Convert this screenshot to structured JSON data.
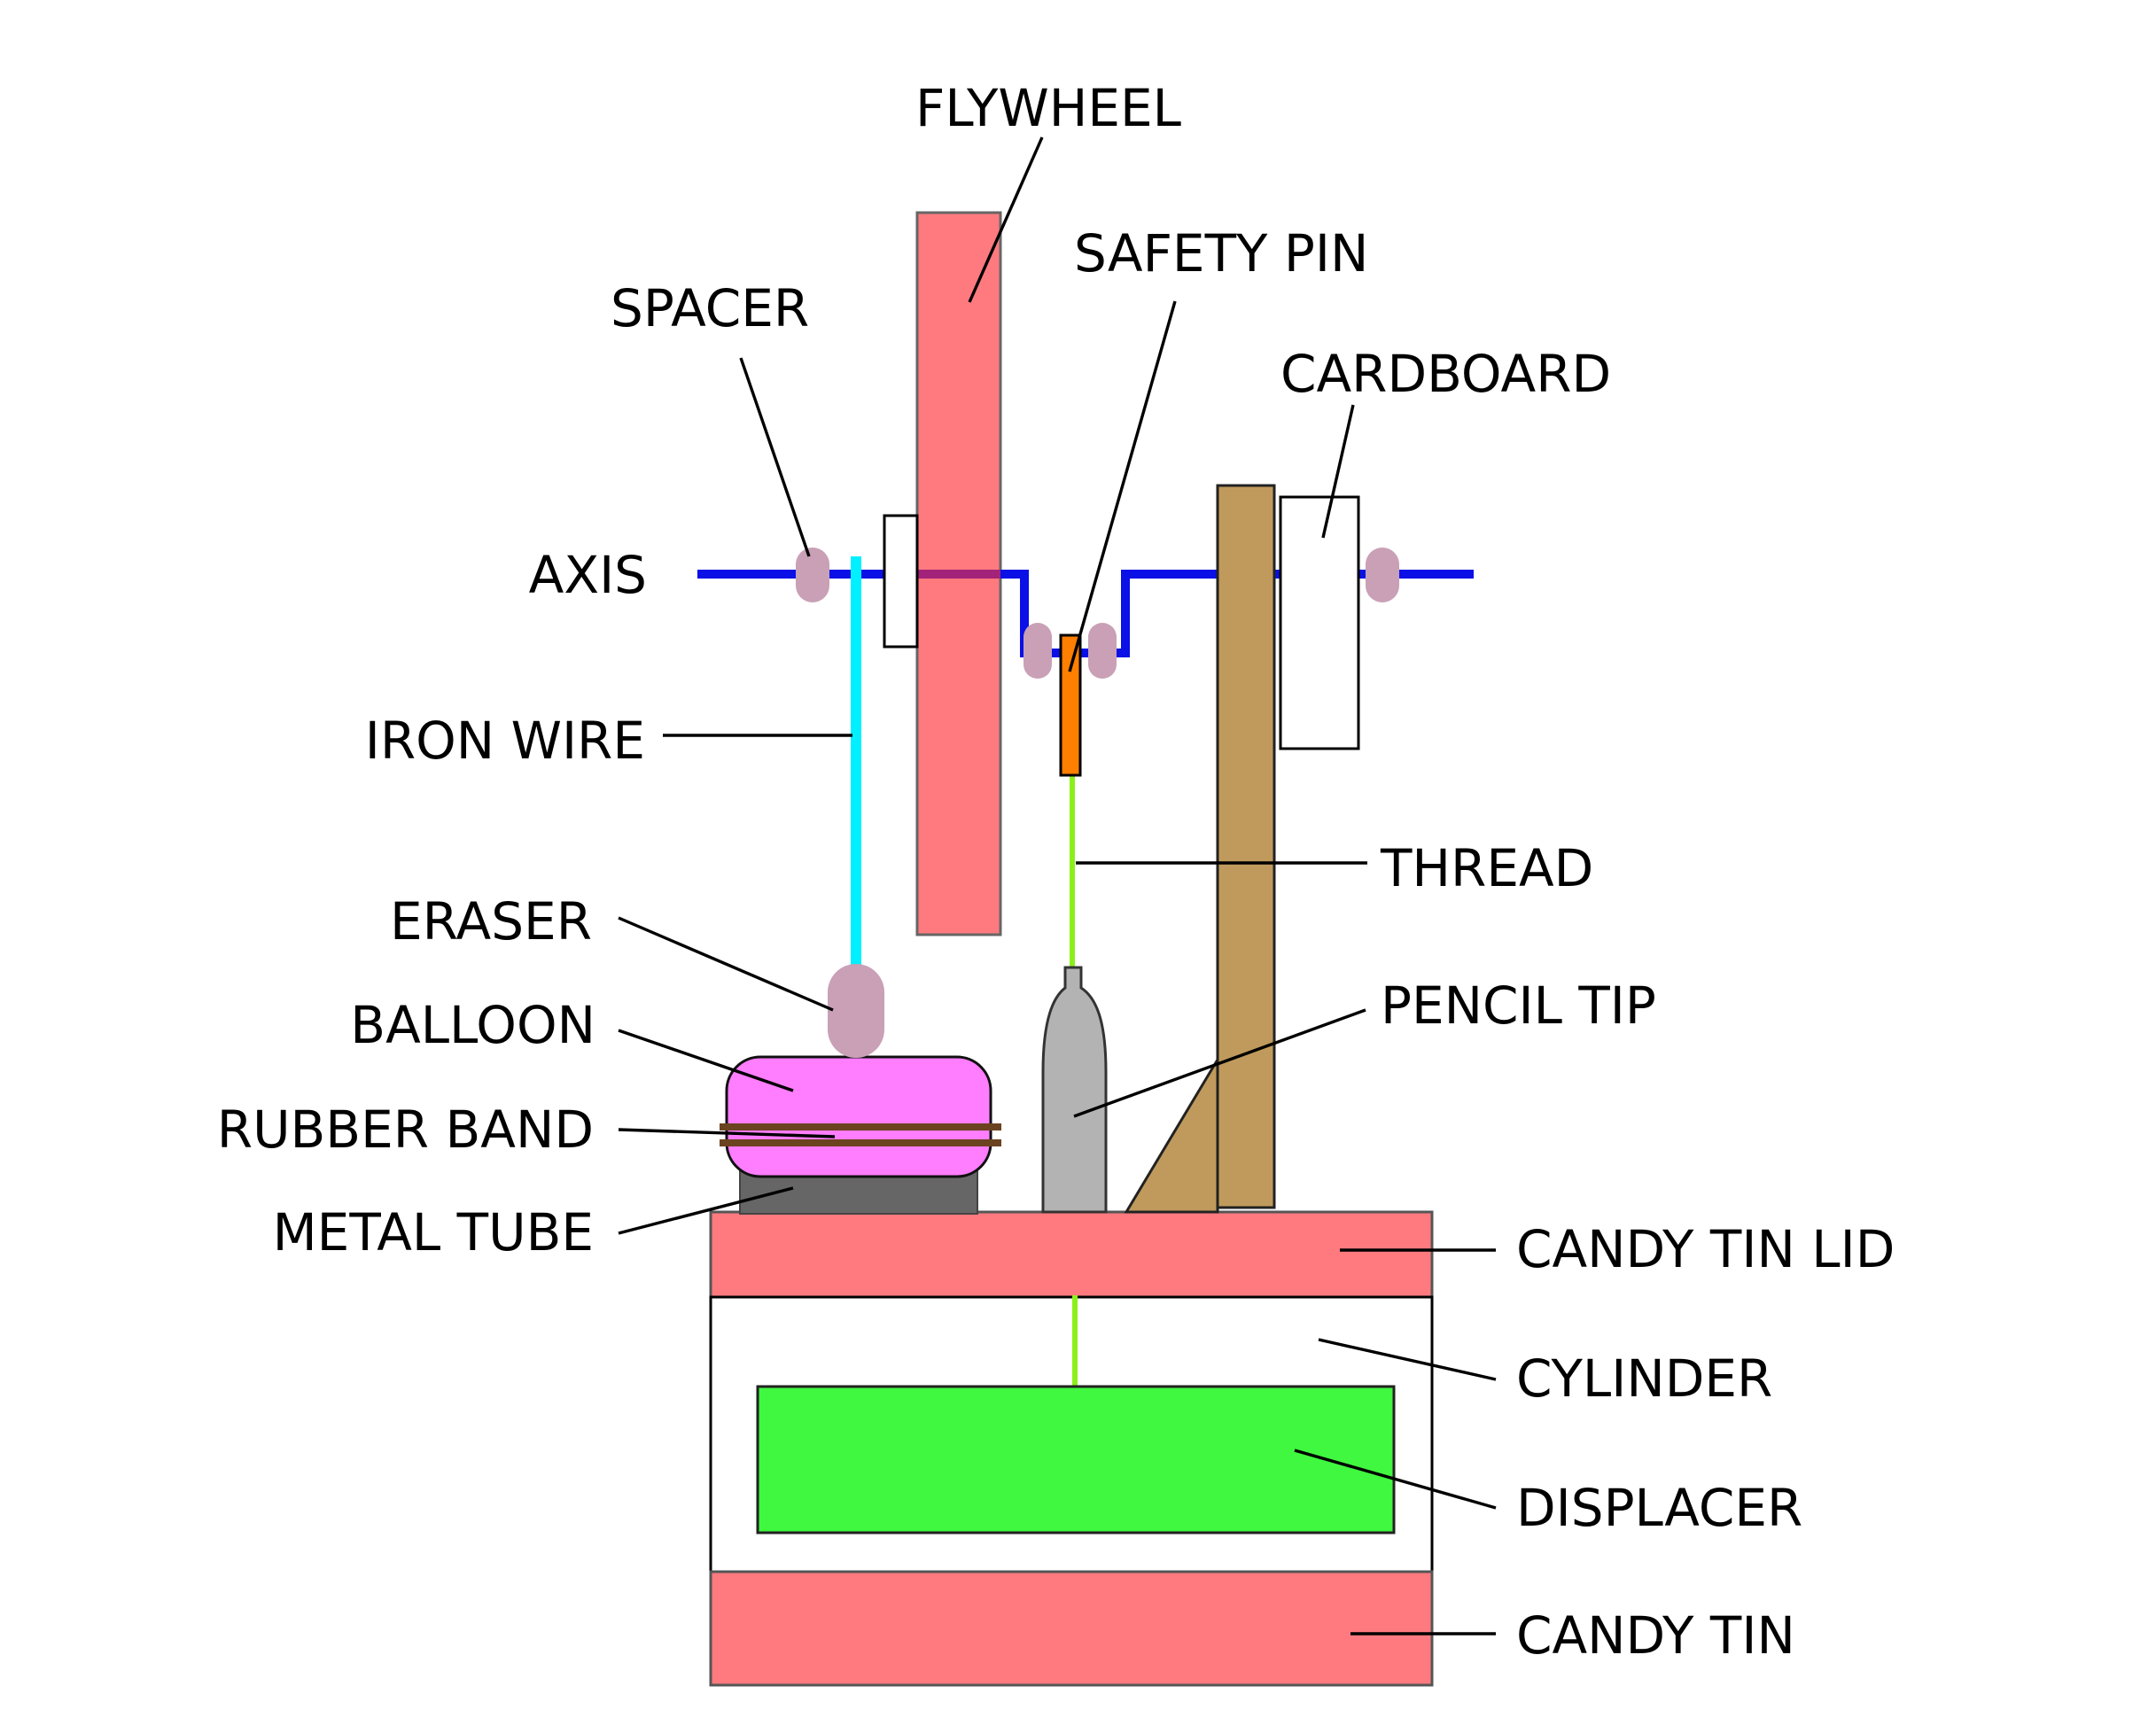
{
  "labels": {
    "flywheel": "FLYWHEEL",
    "safety_pin": "SAFETY PIN",
    "spacer": "SPACER",
    "cardboard": "CARDBOARD",
    "axis": "AXIS",
    "iron_wire": "IRON WIRE",
    "thread": "THREAD",
    "eraser": "ERASER",
    "pencil_tip": "PENCIL TIP",
    "balloon": "BALLOON",
    "rubber_band": "RUBBER BAND",
    "metal_tube": "METAL TUBE",
    "candy_tin_lid": "CANDY TIN LID",
    "cylinder": "CYLINDER",
    "displacer": "DISPLACER",
    "candy_tin": "CANDY TIN"
  },
  "colors": {
    "flywheel": "#ff7a7f",
    "candy_tin": "#ff7a7f",
    "axis": "#0a10e6",
    "axis_through_flywheel": "#a3237a",
    "iron_wire": "#00f0ff",
    "spacer": "#c9a0b6",
    "eraser": "#c9a0b6",
    "thread": "#8bf01a",
    "safety_pin": "#ff7f00",
    "cardboard": "#c09a5c",
    "pencil_tip": "#b3b3b3",
    "balloon": "#ff7dff",
    "rubber_band": "#6b4320",
    "metal_tube": "#666666",
    "displacer": "#3ff83f",
    "outline": "#555555"
  }
}
